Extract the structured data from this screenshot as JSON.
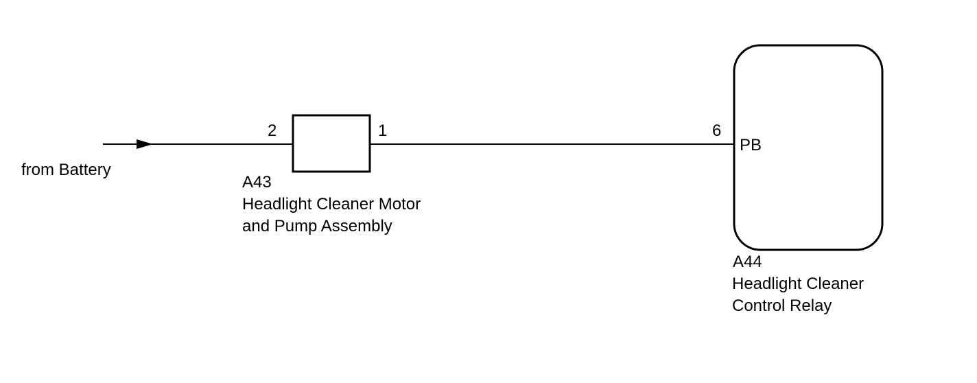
{
  "source": {
    "label": "from Battery"
  },
  "motor": {
    "code": "A43",
    "name_line1": "Headlight Cleaner Motor",
    "name_line2": "and Pump Assembly",
    "pin_in": "2",
    "pin_out": "1"
  },
  "relay": {
    "code": "A44",
    "name_line1": "Headlight Cleaner",
    "name_line2": "Control Relay",
    "pin": "6",
    "terminal": "PB"
  },
  "colors": {
    "line": "#000000",
    "background": "#ffffff"
  }
}
